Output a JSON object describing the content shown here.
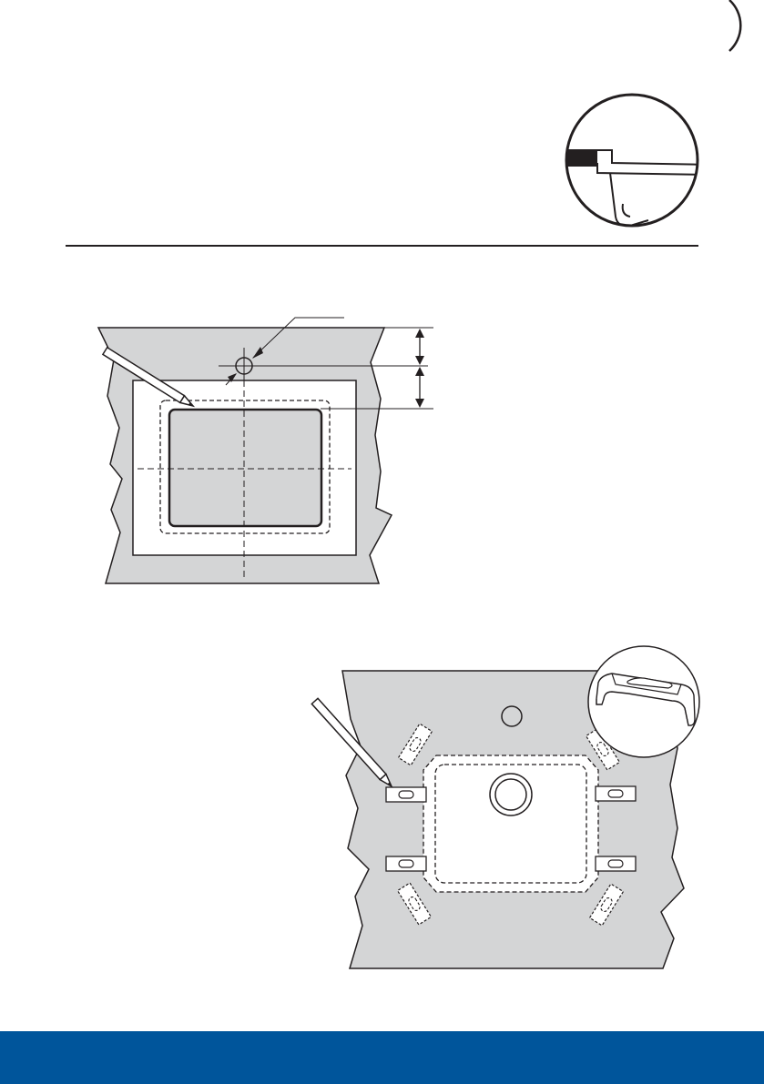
{
  "colors": {
    "countertop": "#d4d5d6",
    "line": "#231f20",
    "footer": "#00559b",
    "white": "#ffffff"
  },
  "figures": {
    "top_detail": "sink-rim-detail-callout",
    "middle": "template-tracing-diagram",
    "bottom": "clip-placement-diagram",
    "bottom_detail": "mounting-clip-detail-callout"
  }
}
